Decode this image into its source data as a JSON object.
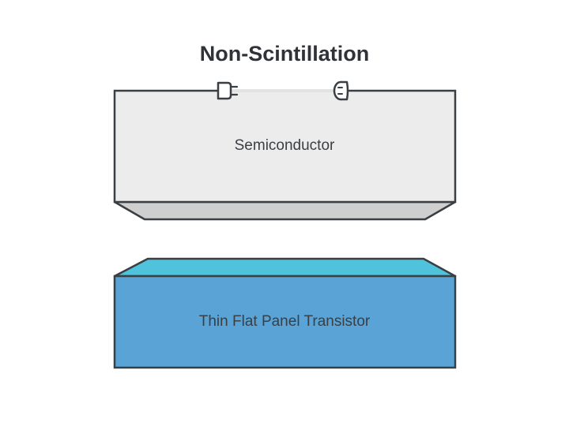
{
  "diagram": {
    "title": "Non-Scintillation",
    "top_block_label": "Semiconductor",
    "bottom_block_label": "Thin Flat Panel Transistor"
  },
  "colors": {
    "outline": "#3a3f44",
    "semiconductor_face": "#ececec",
    "semiconductor_underside": "#cfcfcf",
    "wire": "#e2e2e2",
    "tft_top_face": "#4fc3dc",
    "tft_front_face": "#5aa3d6",
    "text": "#3a3f44"
  },
  "icons": {
    "connector_left": "plug-icon",
    "connector_right": "socket-icon"
  }
}
